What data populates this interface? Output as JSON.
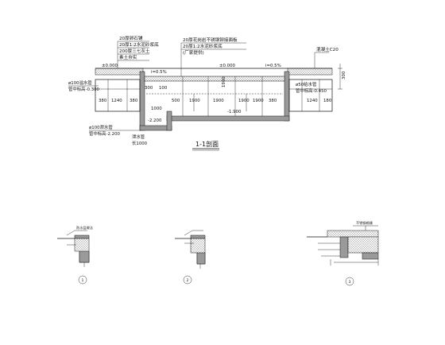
{
  "section": {
    "title": "1-1剖面",
    "callouts_left": [
      "20厚卵石铺",
      "20厚1:2水泥砂浆底",
      "200厚三七灰土",
      "素土夯实"
    ],
    "callouts_mid": [
      "20厚花岗岩不锈钢铆接面板",
      "20厚1:2水泥砂浆底",
      "(厂家提供)"
    ],
    "callout_right": "混凝土C20",
    "levels": {
      "left_top": "±0.000",
      "slope_left": "i=0.5%",
      "mid_top": "±0.000",
      "slope_right": "i=0.5%",
      "inner_bottom": "-1.900",
      "sump_bottom": "-2.200",
      "overflow_elev": "-0.450",
      "left_pipe_elev": "-0.300"
    },
    "dims": {
      "left_a": "380",
      "left_b": "1240",
      "left_c": "380",
      "mid_a": "1000",
      "mid_b": "500",
      "mid_c": "1900",
      "mid_d": "1900",
      "mid_e": "1900",
      "mid_f": "1900",
      "mid_g": "380",
      "right_a": "1240",
      "right_b": "180",
      "height_a": "1900",
      "height_b": "300",
      "height_c": "100",
      "right_vert": "300"
    },
    "pipe_labels": {
      "left_supply": "ø100溢水管",
      "left_supply_elev": "管中标高-0.300",
      "overflow": "ø100泄水管",
      "overflow_elev": "管中标高-2.200",
      "drain": "泄水管",
      "drain_len": "长1000",
      "right_pipe": "ø50给水管",
      "right_pipe_elev": "管中标高-0.450"
    }
  },
  "details": [
    {
      "id": "detail-1",
      "mark": "1",
      "note": "防水层做法"
    },
    {
      "id": "detail-2",
      "mark": "2",
      "note": ""
    },
    {
      "id": "detail-3",
      "mark": "3",
      "note": "不锈钢格栅"
    }
  ]
}
